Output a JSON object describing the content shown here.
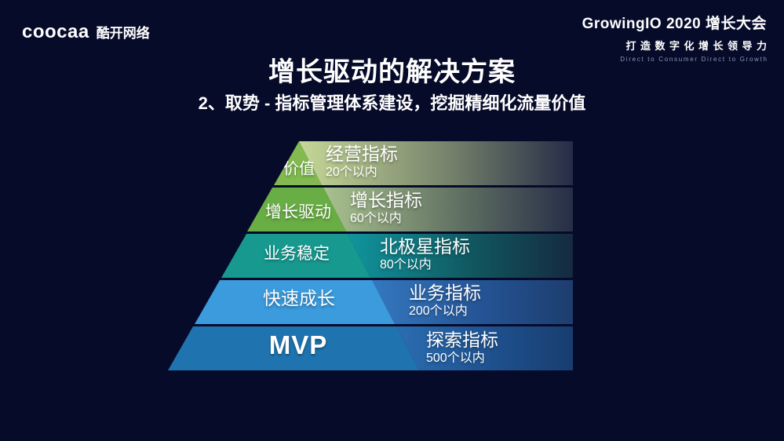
{
  "slide": {
    "background_color": "#070b2a",
    "logo": {
      "wordmark": "coocaa",
      "company": "酷开网络"
    },
    "brand": {
      "line1": "GrowingIO 2020 增长大会",
      "line2": "打造数字化增长领导力",
      "line3": "Direct to Consumer Direct to Growth",
      "muted_color": "#8d96b4"
    },
    "title": "增长驱动的解决方案",
    "subtitle": "2、取势 - 指标管理体系建设，挖掘精细化流量价值"
  },
  "pyramid": {
    "description": "5-level pyramid, stages inside triangle, indicator bars extend right and fade into background",
    "levels": [
      {
        "stage": "价值",
        "indicator": "经营指标",
        "count": "20个以内",
        "color": "#82ba51",
        "bar_from": "#c6d897",
        "bar_mid": "#75816b",
        "bar_to": "#242b46"
      },
      {
        "stage": "增长驱动",
        "indicator": "增长指标",
        "count": "60个以内",
        "color": "#69ae44",
        "bar_from": "#a9c28e",
        "bar_mid": "#5f6f62",
        "bar_to": "#262d47"
      },
      {
        "stage": "业务稳定",
        "indicator": "北极星指标",
        "count": "80个以内",
        "color": "#17998f",
        "bar_from": "#10959d",
        "bar_mid": "#11575f",
        "bar_to": "#152940"
      },
      {
        "stage": "快速成长",
        "indicator": "业务指标",
        "count": "200个以内",
        "color": "#3b9bdd",
        "bar_from": "#3478bf",
        "bar_mid": "#245394",
        "bar_to": "#1d3d6d"
      },
      {
        "stage": "MVP",
        "indicator": "探索指标",
        "count": "500个以内",
        "color": "#1f74b0",
        "bar_from": "#2b6db1",
        "bar_mid": "#1e508d",
        "bar_to": "#183d6f"
      }
    ]
  }
}
